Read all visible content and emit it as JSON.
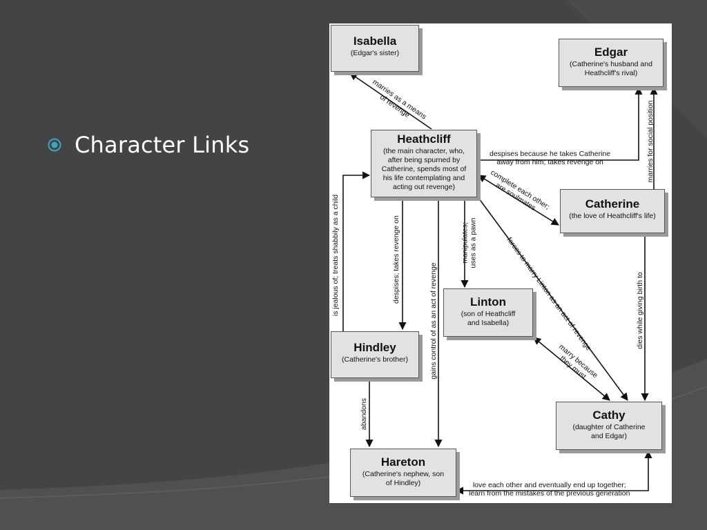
{
  "slide": {
    "bullet_text": "Character Links"
  },
  "colors": {
    "background": "#444444",
    "bullet": "#3aa6c4",
    "box_fill": "#e2e2e2"
  },
  "nodes": {
    "isabella": {
      "name": "Isabella",
      "desc": [
        "(Edgar's sister)"
      ]
    },
    "edgar": {
      "name": "Edgar",
      "desc": [
        "(Catherine's husband and",
        "Heathcliff's rival)"
      ]
    },
    "heathcliff": {
      "name": "Heathcliff",
      "desc": [
        "(the main character, who,",
        "after being spurned by",
        "Catherine,  spends most of",
        "his life contemplating and",
        "acting out revenge)"
      ]
    },
    "catherine": {
      "name": "Catherine",
      "desc": [
        "(the love of Heathcliff's life)"
      ]
    },
    "linton": {
      "name": "Linton",
      "desc": [
        "(son of Heathcliff",
        "and Isabella)"
      ]
    },
    "hindley": {
      "name": "Hindley",
      "desc": [
        "(Catherine's brother)"
      ]
    },
    "cathy": {
      "name": "Cathy",
      "desc": [
        "(daughter of Catherine",
        "and Edgar)"
      ]
    },
    "hareton": {
      "name": "Hareton",
      "desc": [
        "(Catherine's nephew, son",
        "of Hindley)"
      ]
    }
  },
  "links": {
    "marries_means": [
      "marries as a means",
      "of revenge"
    ],
    "despises_takes_catherine": [
      "despises because he takes Catherine",
      "away from him; takes revenge on"
    ],
    "marries_social": "marries for social position",
    "soulmates": [
      "complete each other;",
      "are soulmates"
    ],
    "jealous": "is jealous of; treats shabbily as a child",
    "despises_revenge": "despises; takes revenge on",
    "gains_control": "gains control of as an act of revenge",
    "manipulates": [
      "manipulates;",
      "uses as a pawn"
    ],
    "forces_marry": "forces to marry Linton as an act of revenge",
    "dies_birth": "dies while giving birth to",
    "marry_because": [
      "marry because",
      "they must"
    ],
    "abandons": "abandons",
    "love_each_other": [
      "love each other and eventually end up together;",
      "learn from the mistakes of the previous generation"
    ]
  }
}
